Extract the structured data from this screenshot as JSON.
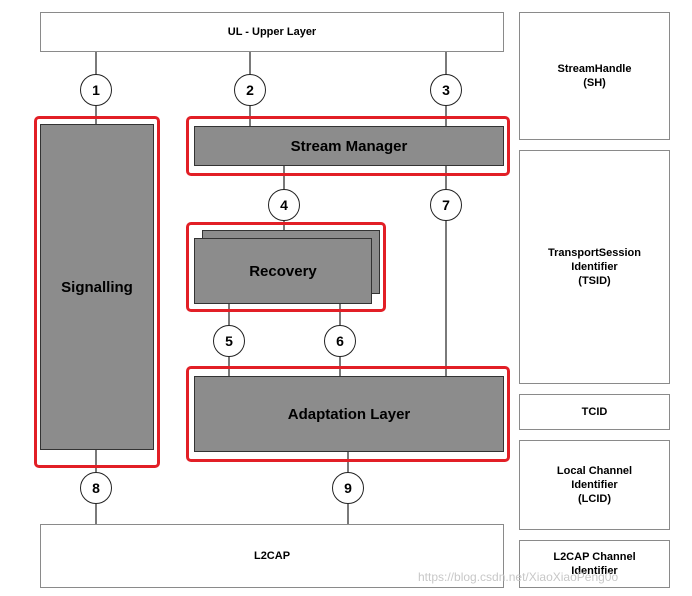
{
  "diagram": {
    "upper_layer": "UL - Upper Layer",
    "l2cap": "L2CAP",
    "signalling": "Signalling",
    "stream_manager": "Stream Manager",
    "recovery": "Recovery",
    "adaptation_layer": "Adaptation Layer",
    "circles": [
      "1",
      "2",
      "3",
      "4",
      "5",
      "6",
      "7",
      "8",
      "9"
    ]
  },
  "side_panel": {
    "stream_handle": "StreamHandle\n(SH)",
    "tsid": "TransportSession\nIdentifier\n(TSID)",
    "tcid": "TCID",
    "lcid": "Local Channel\nIdentifier\n(LCID)",
    "l2cap_cid": "L2CAP Channel\nIdentifier"
  },
  "watermark": "https://blog.csdn.net/XiaoXiaoPeng0o",
  "colors": {
    "highlight": "#e21f26",
    "block_fill": "#8c8c8c"
  }
}
